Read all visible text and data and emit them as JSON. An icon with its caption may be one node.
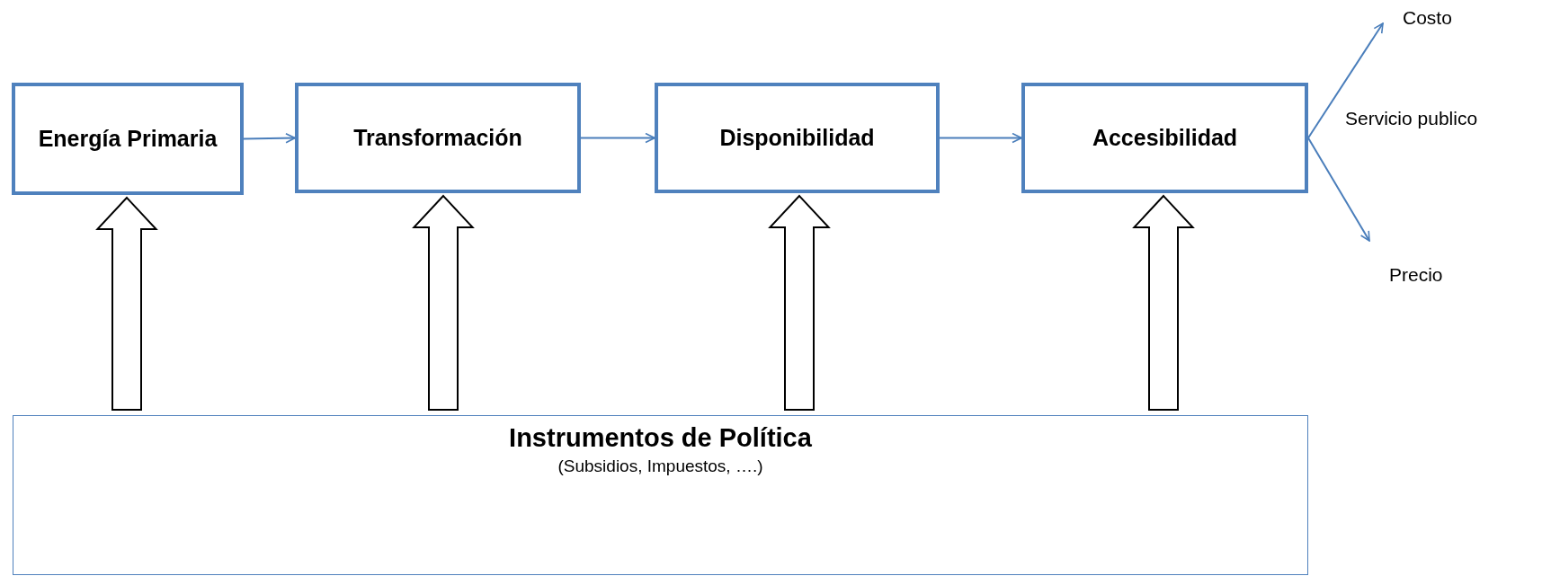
{
  "diagram": {
    "nodes": [
      {
        "text": [
          "Energía Primaria"
        ]
      },
      {
        "text": [
          "Transformación"
        ]
      },
      {
        "text": [
          "Disponibilidad"
        ]
      },
      {
        "text": [
          "Accesibilidad"
        ]
      },
      {
        "text": [
          "Costo"
        ]
      },
      {
        "text": [
          "Precio"
        ]
      },
      {
        "text": [
          "Instrumentos de Política",
          "(Subsidios, Impuestos, ….)"
        ]
      }
    ],
    "edges": [
      {
        "from": 0,
        "to": 1,
        "arrow": "to"
      },
      {
        "from": 1,
        "to": 2,
        "arrow": "to"
      },
      {
        "from": 2,
        "to": 3,
        "arrow": "to"
      },
      {
        "from": 3,
        "to": 4,
        "arrow": "to"
      },
      {
        "from": 3,
        "to": 5,
        "arrow": "to"
      },
      {
        "from": 6,
        "to": 0,
        "arrow": "to",
        "style": "thick",
        "color": "#000000"
      },
      {
        "from": 6,
        "to": 1,
        "arrow": "to",
        "style": "thick",
        "color": "#000000"
      },
      {
        "from": 6,
        "to": 2,
        "arrow": "to",
        "style": "thick",
        "color": "#000000"
      },
      {
        "from": 6,
        "to": 3,
        "arrow": "to",
        "style": "thick",
        "color": "#000000"
      }
    ],
    "labels": [
      "Servicio publico"
    ]
  }
}
